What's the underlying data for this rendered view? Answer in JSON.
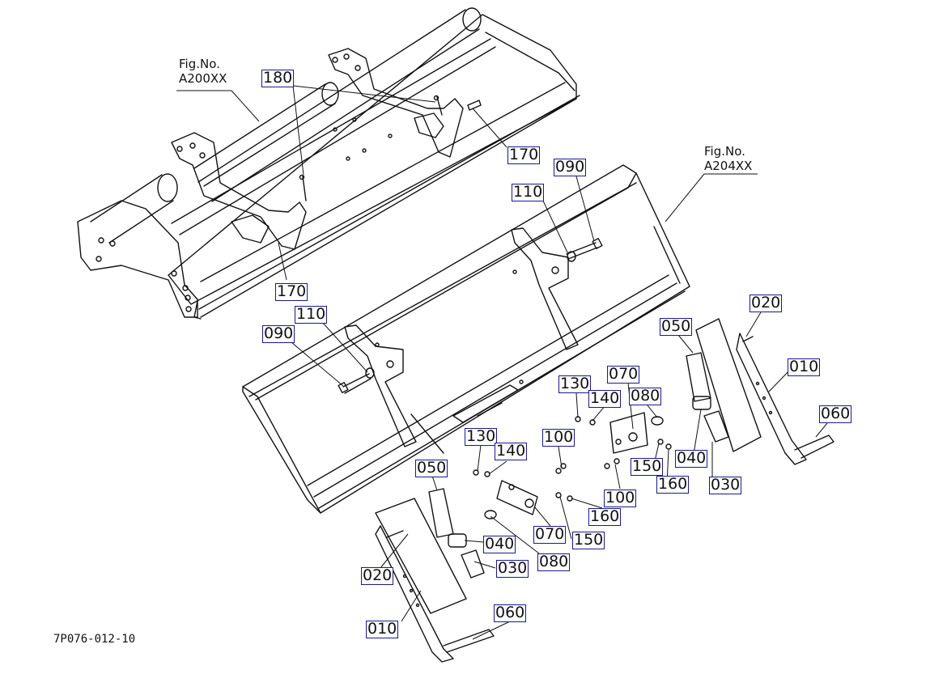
{
  "drawing_code": "7P076-012-10",
  "figure_refs": [
    {
      "id": "ref-a200",
      "line1": "Fig.No.",
      "line2": "A200XX"
    },
    {
      "id": "ref-a204",
      "line1": "Fig.No.",
      "line2": "A204XX"
    }
  ],
  "labels": [
    {
      "id": "l180",
      "text": "180"
    },
    {
      "id": "l170a",
      "text": "170"
    },
    {
      "id": "l170b",
      "text": "170"
    },
    {
      "id": "l090a",
      "text": "090"
    },
    {
      "id": "l110a",
      "text": "110"
    },
    {
      "id": "l110b",
      "text": "110"
    },
    {
      "id": "l090b",
      "text": "090"
    },
    {
      "id": "l020a",
      "text": "020"
    },
    {
      "id": "l050a",
      "text": "050"
    },
    {
      "id": "l010a",
      "text": "010"
    },
    {
      "id": "l070a",
      "text": "070"
    },
    {
      "id": "l130a",
      "text": "130"
    },
    {
      "id": "l140a",
      "text": "140"
    },
    {
      "id": "l080a",
      "text": "080"
    },
    {
      "id": "l060a",
      "text": "060"
    },
    {
      "id": "l040a",
      "text": "040"
    },
    {
      "id": "l150a",
      "text": "150"
    },
    {
      "id": "l160a",
      "text": "160"
    },
    {
      "id": "l030a",
      "text": "030"
    },
    {
      "id": "l100a",
      "text": "100"
    },
    {
      "id": "l100b",
      "text": "100"
    },
    {
      "id": "l130b",
      "text": "130"
    },
    {
      "id": "l140b",
      "text": "140"
    },
    {
      "id": "l050b",
      "text": "050"
    },
    {
      "id": "l160b",
      "text": "160"
    },
    {
      "id": "l070b",
      "text": "070"
    },
    {
      "id": "l150b",
      "text": "150"
    },
    {
      "id": "l040b",
      "text": "040"
    },
    {
      "id": "l080b",
      "text": "080"
    },
    {
      "id": "l020b",
      "text": "020"
    },
    {
      "id": "l030b",
      "text": "030"
    },
    {
      "id": "l010b",
      "text": "010"
    },
    {
      "id": "l060b",
      "text": "060"
    }
  ]
}
